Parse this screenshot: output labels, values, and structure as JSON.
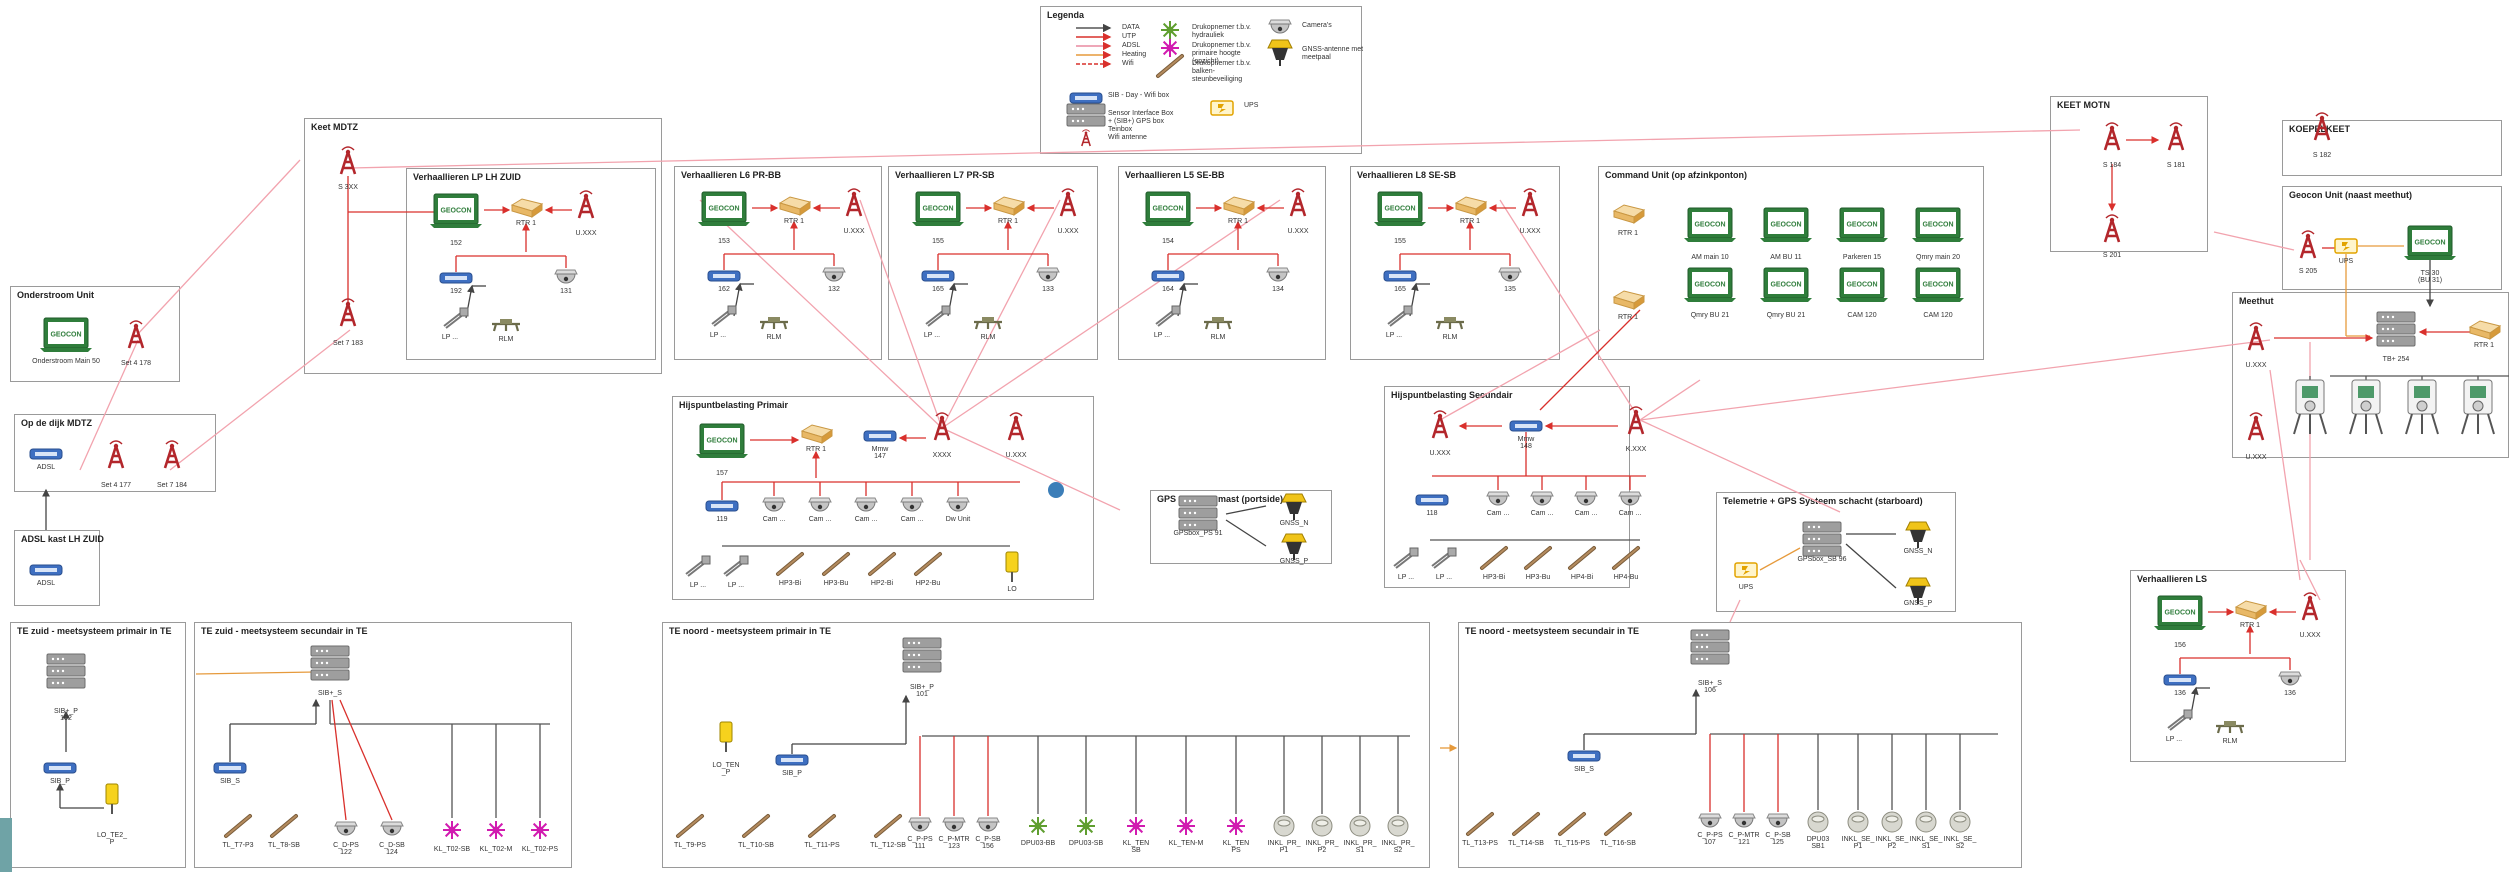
{
  "legend": {
    "title": "Legenda",
    "items": [
      {
        "label": "DATA",
        "color": "#555555"
      },
      {
        "label": "UTP",
        "color": "#d9302c"
      },
      {
        "label": "ADSL",
        "color": "#e98aa0"
      },
      {
        "label": "Heating",
        "color": "#e69a3c"
      },
      {
        "label": "Wifi",
        "color": "#d9302c"
      }
    ],
    "symbols": [
      {
        "label": "Drukopnemer t.b.v. hydrauliek",
        "icon": "pressure-sensor-green-icon"
      },
      {
        "label": "Drukopnemer t.b.v. primaire hoogte (opzicht)",
        "icon": "pressure-sensor-magenta-icon"
      },
      {
        "label": "Drukopnemer t.b.v. balken-steunbeveiliging",
        "icon": "strain-gauge-icon"
      },
      {
        "label": "Camera's",
        "icon": "dome-camera-icon"
      },
      {
        "label": "GNSS-antenne met meetpaal",
        "icon": "gnss-antenna-icon"
      },
      {
        "label": "SIB - Day - Wifi box",
        "icon": "sib-box-icon"
      },
      {
        "label": "Sensor Interface Box + (SIB+) GPS box Teinbox",
        "icon": "server-box-icon"
      },
      {
        "label": "UPS",
        "icon": "ups-icon"
      },
      {
        "label": "Wifi antenne",
        "icon": "wifi-antenna-icon"
      }
    ]
  },
  "boxes": {
    "onderstroom": "Onderstroom Unit",
    "dijk": "Op de dijk MDTZ",
    "adsl": "ADSL kast LH ZUID",
    "keet": "Keet MDTZ",
    "lp_zuid": "Verhaallieren LP LH ZUID",
    "l6": "Verhaallieren L6 PR-BB",
    "l7": "Verhaallieren L7 PR-SB",
    "l5": "Verhaallieren L5 SE-BB",
    "l8": "Verhaallieren L8 SE-SB",
    "command": "Command Unit (op afzinkponton)",
    "hijs_prim": "Hijspuntbelasting Primair",
    "gps_port": "GPS Systeem mast (portside)",
    "hijs_sec": "Hijspuntbelasting Secundair",
    "tele": "Telemetrie + GPS Systeem schacht (starboard)",
    "te_zuid_prim": "TE zuid - meetsysteem primair in TE",
    "te_zuid_sec": "TE zuid - meetsysteem secundair in TE",
    "te_noord_prim": "TE noord - meetsysteem primair in TE",
    "te_noord_sec": "TE noord - meetsysteem secundair in TE",
    "keet_motn": "KEET MOTN",
    "koepel": "KOEPELKEET",
    "geocon_unit": "Geocon Unit (naast meethut)",
    "meethut": "Meethut",
    "ls": "Verhaallieren LS"
  },
  "labels": {
    "onder_mon": "Onderstroom Main 50",
    "sek178": "Set 4 178",
    "adsl1": "ADSL",
    "adsl2": "ADSL",
    "s177": "Set 4 177",
    "s184": "Set 7 184",
    "keet_s3": "S 3XX",
    "keet_s183": "Set 7 183",
    "lp_152": "152",
    "lp_ifc": "RTR 1",
    "lp_uxxx": "U.XXX",
    "lp_131": "131",
    "lp_192": "192",
    "lp_lp": "LP ...",
    "lp_rlm": "RLM",
    "l6_153": "153",
    "l6_rtr": "RTR 1",
    "l6_uxxx": "U.XXX",
    "l6_162": "162",
    "l6_132": "132",
    "l6_lp": "LP ...",
    "l6_rlm": "RLM",
    "l7_155": "155",
    "l7_rtr": "RTR 1",
    "l7_uxxx": "U.XXX",
    "l7_165": "165",
    "l7_133": "133",
    "l7_lp": "LP ...",
    "l7_rlm": "RLM",
    "l5_154": "154",
    "l5_rtr": "RTR 1",
    "l5_uxxx": "U.XXX",
    "l5_164": "164",
    "l5_134": "134",
    "l5_lp": "LP ...",
    "l5_rlm": "RLM",
    "l8_155": "155",
    "l8_rtr": "RTR 1",
    "l8_uxxx": "U.XXX",
    "l8_165": "165",
    "l8_135": "135",
    "l8_lp": "LP ...",
    "l8_rlm": "RLM",
    "cmd_rtr1": "RTR 1",
    "cmd_rtr2": "RTR 1",
    "cmd_1": "AM main 10",
    "cmd_2": "AM BU 11",
    "cmd_3": "Parkeren 15",
    "cmd_4": "Qmry main 20",
    "cmd_5": "Qmry BU 21",
    "cmd_6": "Qmry BU 21",
    "cmd_7": "CAM 120",
    "cmd_8": "CAM 120",
    "hp_157": "157",
    "hp_rtr": "RTR 1",
    "hp_mmw": "Mmw\n147",
    "hp_xxxx": "XXXX",
    "hp_uxxx": "U.XXX",
    "hp_119": "119",
    "hp_cam1": "Cam ...",
    "hp_cam2": "Cam ...",
    "hp_cam3": "Cam ...",
    "hp_cam4": "Cam ...",
    "hp_cam5": "Dw Unit",
    "hp_lp1": "LP ...",
    "hp_lp2": "LP ...",
    "hp_hp1": "HP3-Bi",
    "hp_hp2": "HP3-Bu",
    "hp_hp3": "HP2-Bi",
    "hp_hp4": "HP2-Bu",
    "hp_lo": "LO",
    "gps_box": "GPSbox_PS 91",
    "gps_n": "GNSS_N",
    "gps_p": "GNSS_P",
    "hs_uxxx": "U.XXX",
    "hs_mmw": "Mmw\n148",
    "hs_kxxx": "K.XXX",
    "hs_118": "118",
    "hs_cam1": "Cam ...",
    "hs_cam2": "Cam ...",
    "hs_cam3": "Cam ...",
    "hs_cam4": "Cam ...",
    "hs_lp1": "LP ...",
    "hs_lp2": "LP ...",
    "hs_hp1": "HP3-Bi",
    "hs_hp2": "HP3-Bu",
    "hs_hp3": "HP4-Bi",
    "hs_hp4": "HP4-Bu",
    "tele_box": "GPSbox_SB 96",
    "tele_ups": "UPS",
    "tele_n": "GNSS_N",
    "tele_p": "GNSS_P",
    "tzp_sib": "SIB+_P\n102",
    "tzp_sibp": "SIB_P",
    "tzp_lo": "LO_TE2_\nP",
    "tzs_sib": "SIB+_S",
    "tzs_sibs": "SIB_S",
    "tzs_1": "TL_T7-P3",
    "tzs_2": "TL_T8-SB",
    "tzs_3": "C_D-PS\n122",
    "tzs_4": "C_D-SB\n124",
    "tzs_5": "KL_T02-SB",
    "tzs_6": "KL_T02-M",
    "tzs_7": "KL_T02-PS",
    "tnp_sib": "SIB+_P\n101",
    "tnp_sibp": "SIB_P",
    "tnp_lo": "LO_TEN\n_P",
    "tnp_1": "TL_T9-PS",
    "tnp_2": "TL_T10-SB",
    "tnp_3": "TL_T11-PS",
    "tnp_4": "TL_T12-SB",
    "tnp_5": "C_P-PS\n111",
    "tnp_6": "C_P-MTR\n123",
    "tnp_7": "C_P-SB\n156",
    "tnp_8": "DPU03-BB",
    "tnp_9": "DPU03-SB",
    "tnp_10": "KL_TEN\nSB",
    "tnp_11": "KL_TEN-M",
    "tnp_12": "KL_TEN\nPS",
    "tnp_13": "INKL_PR_\nP1",
    "tnp_14": "INKL_PR_\nP2",
    "tnp_15": "INKL_PR_\nS1",
    "tnp_16": "INKL_PR_\nS2",
    "tns_sib": "SIB+_S\n106",
    "tns_sibs": "SIB_S",
    "tns_1": "TL_T13-PS",
    "tns_2": "TL_T14-SB",
    "tns_3": "TL_T15-PS",
    "tns_4": "TL_T16-SB",
    "tns_5": "C_P-PS\n107",
    "tns_6": "C_P-MTR\n121",
    "tns_7": "C_P-SB\n125",
    "tns_8": "DPU03\nSB1",
    "tns_9": "INKL_SE_\nP1",
    "tns_10": "INKL_SE_\nP2",
    "tns_11": "INKL_SE_\nS1",
    "tns_12": "INKL_SE_\nS2",
    "motn_s184": "S 184",
    "motn_s181": "S 181",
    "motn_s201": "S 201",
    "koepel_s182": "S 182",
    "gu_s205": "S 205",
    "gu_ups": "UPS",
    "gu_ts": "TS 30\n(BU 31)",
    "mh_uxxx1": "U.XXX",
    "mh_uxxx2": "U.XXX",
    "mh_tb": "TB+ 254",
    "mh_rtr": "RTR 1",
    "ls_156": "156",
    "ls_rtr": "RTR 1",
    "ls_uxxx": "U.XXX",
    "ls_136": "136",
    "ls_lp": "LP ...",
    "ls_rlm": "RLM",
    "geocon": "GEOCON"
  }
}
